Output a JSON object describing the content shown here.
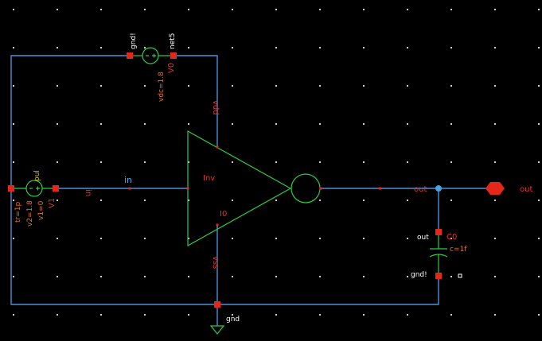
{
  "vsource_top": {
    "inst": "V0",
    "param": "vdc=1.8",
    "pin_minus": "gnd!",
    "pin_plus": "net5"
  },
  "vsource_left": {
    "inst": "V1",
    "params": [
      "tr=1p",
      "v2=1.8",
      "v1=0"
    ],
    "pin_plus": "pul"
  },
  "inverter": {
    "cell": "Inv",
    "inst": "I0",
    "pin_vdd": "vdd",
    "pin_vss": "vss"
  },
  "nets": {
    "in_label": "in",
    "in_pin": "in",
    "out_pin": "out",
    "out_label": "out",
    "out_port": "out",
    "gnd_label": "gnd"
  },
  "capacitor": {
    "inst": "C0",
    "param": "c=1f",
    "pin_top": "out",
    "pin_bot": "gnd!"
  },
  "colors": {
    "background": "#000000",
    "wire": "#4a90d9",
    "symbol": "#2ecc40",
    "pin": "#e5261b"
  }
}
